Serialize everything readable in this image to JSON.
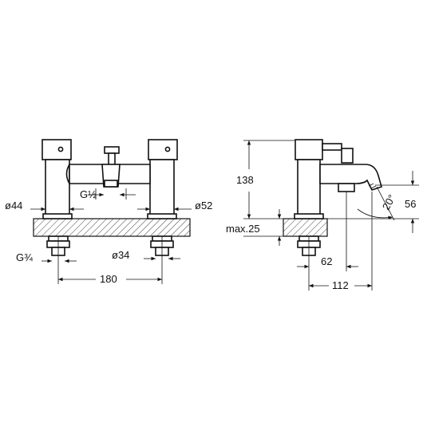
{
  "front_view": {
    "spout_thread_label": "G½",
    "left_body_dia_label": "ø44",
    "right_body_dia_label": "ø52",
    "inlet_thread_label": "G¾",
    "shank_dia_label": "ø34",
    "centers_label": "180"
  },
  "side_view": {
    "height_label": "138",
    "deck_label": "max.25",
    "spout_height_label": "56",
    "angle_label": "20°",
    "offset_label": "62",
    "reach_label": "112"
  }
}
